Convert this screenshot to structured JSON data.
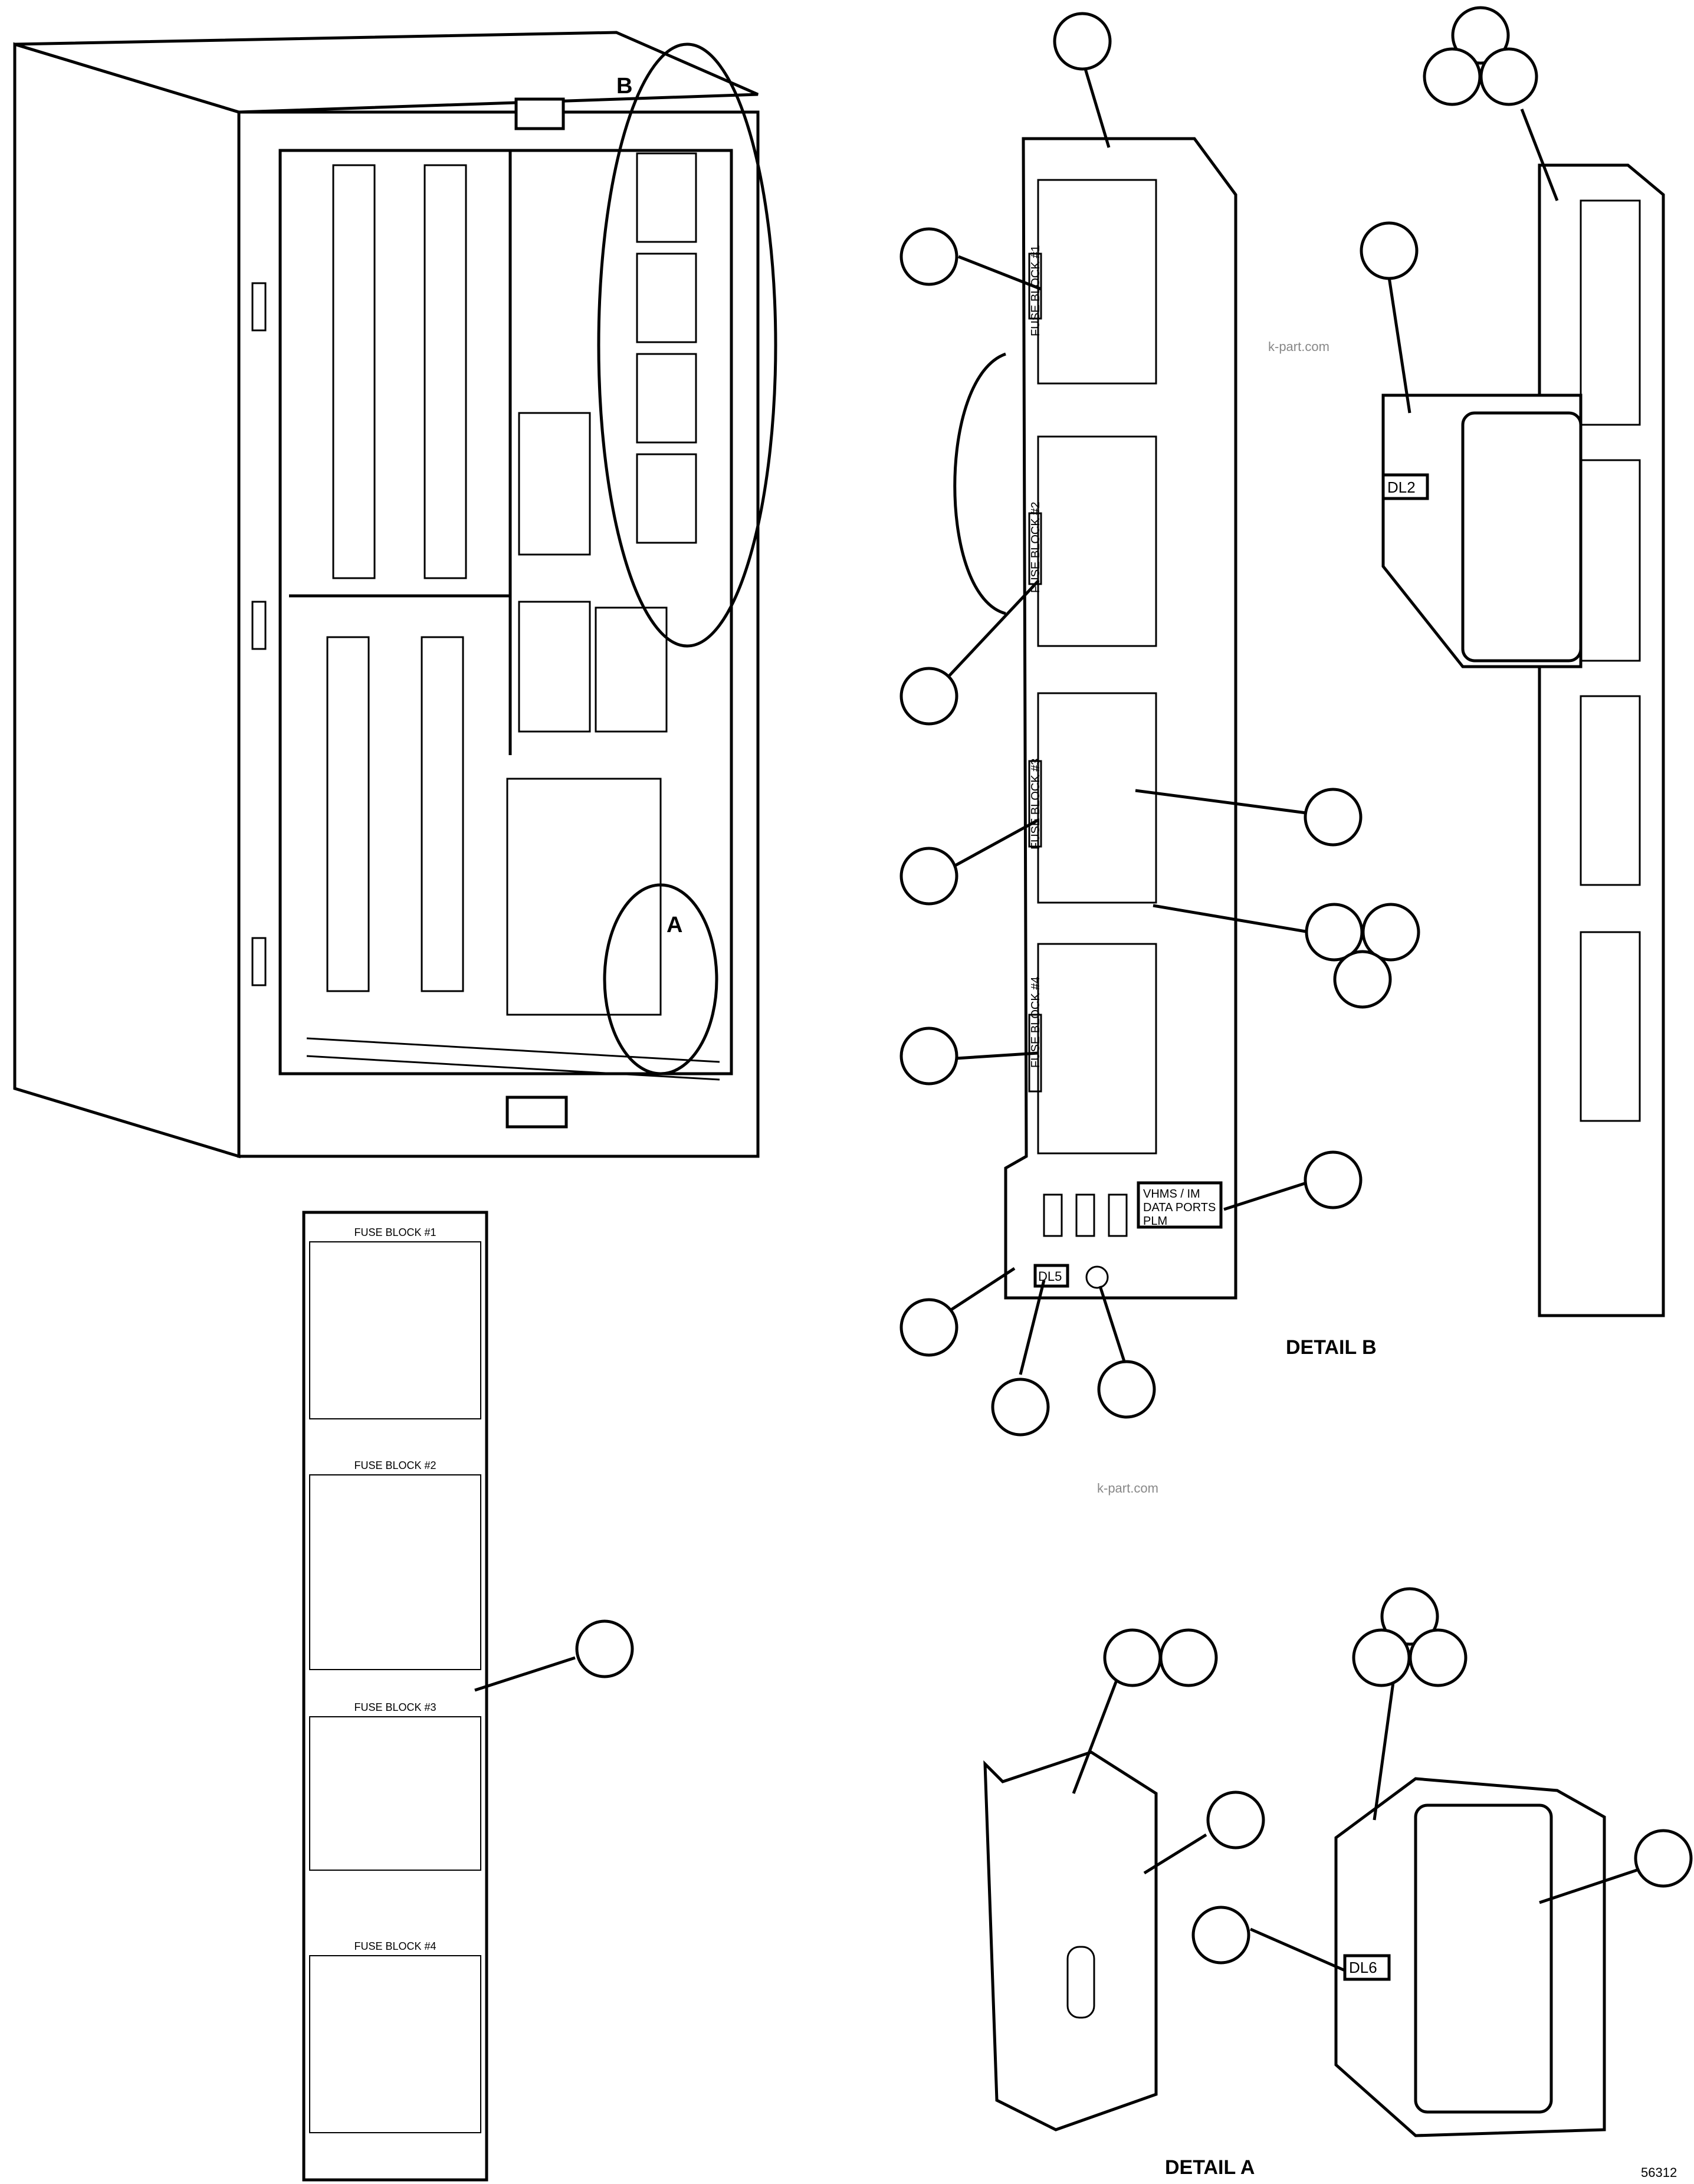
{
  "labels": {
    "detail_b": "DETAIL B",
    "detail_a": "DETAIL A",
    "figure_number": "56312",
    "view_b": "B",
    "view_a": "A",
    "fuse_block_1": "FUSE BLOCK #1",
    "fuse_block_2": "FUSE BLOCK #2",
    "fuse_block_3": "FUSE BLOCK #3",
    "fuse_block_4": "FUSE BLOCK #4",
    "dl2": "DL2",
    "dl5": "DL5",
    "dl6": "DL6",
    "data_ports_line1": "VHMS / IM",
    "data_ports_line2": "DATA PORTS",
    "data_ports_line3": "PLM",
    "watermark": "k-part.com"
  },
  "chart_sheet": {
    "heading_1": "FUSE BLOCK #1",
    "heading_2": "FUSE BLOCK #2",
    "heading_3": "FUSE BLOCK #3",
    "heading_4": "FUSE BLOCK #4"
  },
  "colors": {
    "line": "#000000",
    "background": "#ffffff",
    "watermark": "#888888"
  }
}
